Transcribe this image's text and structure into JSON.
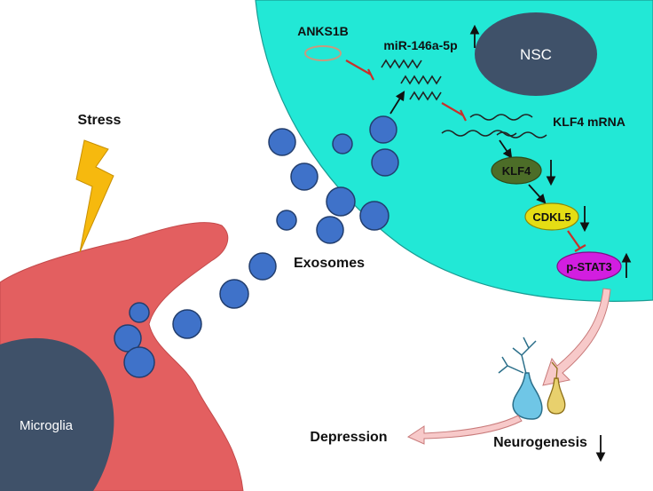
{
  "labels": {
    "stress": "Stress",
    "exosomes": "Exosomes",
    "microglia": "Microglia",
    "nsc": "NSC",
    "anks1b": "ANKS1B",
    "mirna": "miR-146a-5p",
    "klf4_mrna": "KLF4 mRNA",
    "klf4": "KLF4",
    "cdkl5": "CDKL5",
    "pstat3": "p-STAT3",
    "depression": "Depression",
    "neurogenesis": "Neurogenesis"
  },
  "colors": {
    "nsc_cell": "#22e8d6",
    "nucleus": "#3f5169",
    "microglia": "#e35f60",
    "exosome": "#3f72c9",
    "lightning": "#f6b90e",
    "klf4": "#4c6d28",
    "cdkl5": "#e5dd14",
    "pstat3": "#d21ee0",
    "inhibit": "#c8312b",
    "big_arrow": "#f7c9c9",
    "neuron": "#6fc6e6",
    "neuron2": "#e8d06d"
  },
  "changes": {
    "mirna": "up",
    "klf4": "down",
    "cdkl5": "down",
    "pstat3": "up",
    "neurogenesis": "down"
  }
}
